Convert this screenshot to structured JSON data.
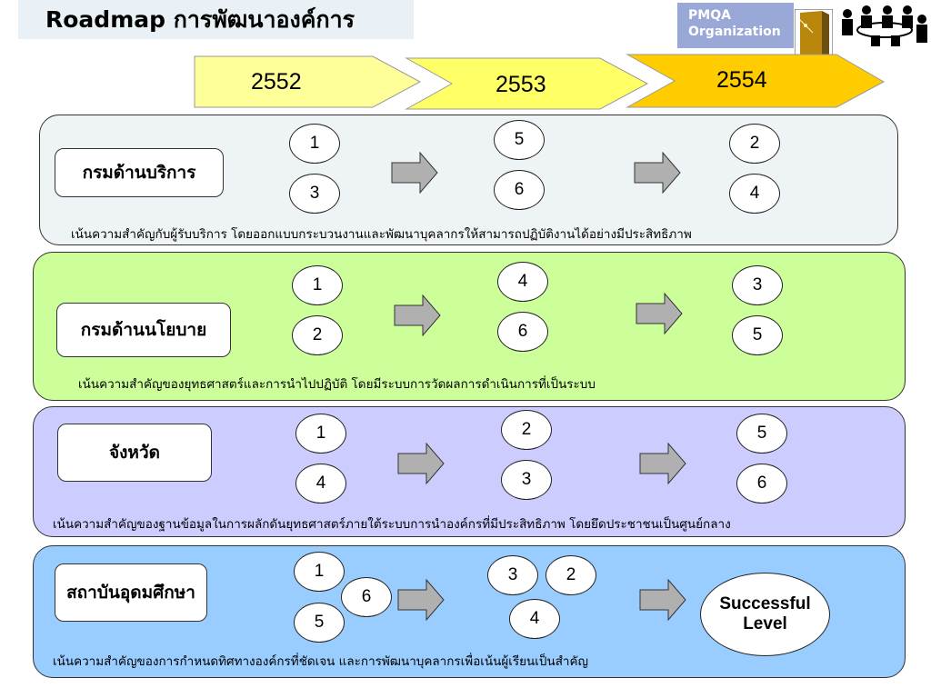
{
  "title": "Roadmap การพัฒนาองค์การ",
  "logo": {
    "line1": "PMQA",
    "line2": "Organization"
  },
  "years": [
    "2552",
    "2553",
    "2554"
  ],
  "colors": {
    "panel1": "#eef4f6",
    "panel2": "#ccff99",
    "panel3": "#ccccff",
    "panel4": "#99ccff",
    "arrow1": "#ffff99",
    "arrow2": "#ffff66",
    "arrow3": "#ffcc00",
    "step_arrow": "#b0b0b0"
  },
  "rows": [
    {
      "label": "กรมด้านบริการ",
      "groups": [
        [
          "1",
          "3"
        ],
        [
          "5",
          "6"
        ],
        [
          "2",
          "4"
        ]
      ],
      "description": "เน้นความสำคัญกับผู้รับบริการ โดยออกแบบกระบวนงานและพัฒนาบุคลากรให้สามารถปฏิบัติงานได้อย่างมีประสิทธิภาพ"
    },
    {
      "label": "กรมด้านนโยบาย",
      "groups": [
        [
          "1",
          "2"
        ],
        [
          "4",
          "6"
        ],
        [
          "3",
          "5"
        ]
      ],
      "description": "เน้นความสำคัญของยุทธศาสตร์และการนำไปปฏิบัติ  โดยมีระบบการวัดผลการดำเนินการที่เป็นระบบ"
    },
    {
      "label": "จังหวัด",
      "groups": [
        [
          "1",
          "4"
        ],
        [
          "2",
          "3"
        ],
        [
          "5",
          "6"
        ]
      ],
      "description": "เน้นความสำคัญของฐานข้อมูลในการผลักดันยุทธศาสตร์ภายใต้ระบบการนำองค์กรที่มีประสิทธิภาพ โดยยึดประชาชนเป็นศูนย์กลาง"
    },
    {
      "label": "สถาบันอุดมศึกษา",
      "groups": [
        [
          "1",
          "6",
          "5"
        ],
        [
          "3",
          "2",
          "4"
        ]
      ],
      "final": [
        "Successful",
        "Level"
      ],
      "description": "เน้นความสำคัญของการกำหนดทิศทางองค์กรที่ชัดเจน และการพัฒนาบุคลากรเพื่อเน้นผู้เรียนเป็นสำคัญ"
    }
  ]
}
